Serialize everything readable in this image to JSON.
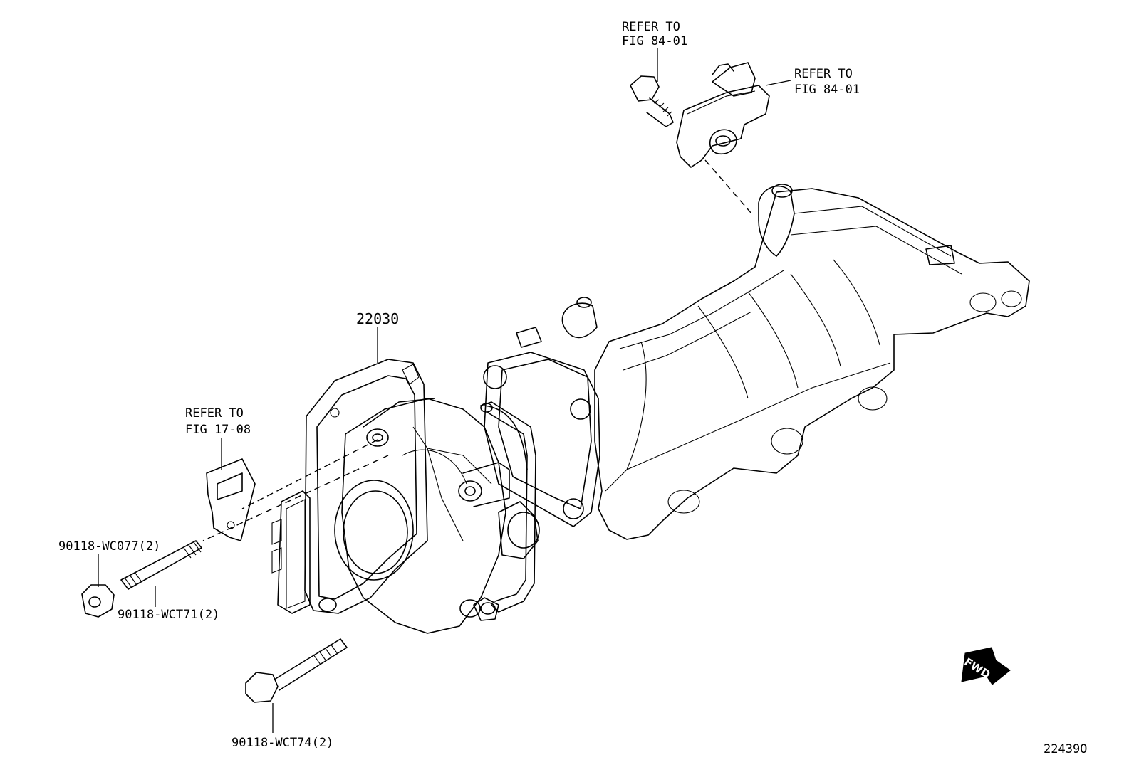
{
  "labels": {
    "refer_sensor_bolt": [
      "REFER TO",
      "FIG 84-01"
    ],
    "refer_map_sensor": [
      "REFER TO",
      "FIG 84-01"
    ],
    "refer_bracket": [
      "REFER TO",
      "FIG 17-08"
    ],
    "throttle_body_part": "22030",
    "nut_part": "90118-WC077(2)",
    "stud_part": "90118-WCT71(2)",
    "bolt_part": "90118-WCT74(2)",
    "fwd_marker": "FWD",
    "diagram_code": "22439O"
  }
}
